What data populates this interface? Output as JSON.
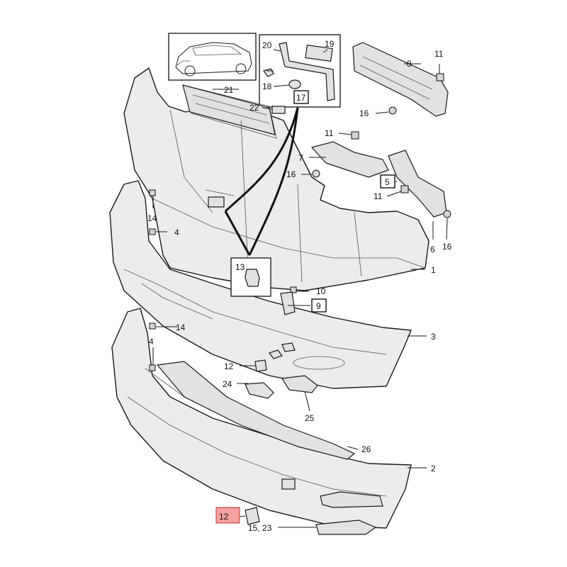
{
  "callouts": {
    "c1": "1",
    "c2": "2",
    "c3": "3",
    "c4a": "4",
    "c4b": "4",
    "c5": "5",
    "c6": "6",
    "c7": "7",
    "c8": "8",
    "c9": "9",
    "c10": "10",
    "c11a": "11",
    "c11b": "11",
    "c11c": "11",
    "c12a": "12",
    "c12b": "12",
    "c13": "13",
    "c14a": "14",
    "c14b": "14",
    "c15_23": "15, 23",
    "c16a": "16",
    "c16b": "16",
    "c16c": "16",
    "c17": "17",
    "c18": "18",
    "c19": "19",
    "c20": "20",
    "c21": "21",
    "c22": "22",
    "c24": "24",
    "c25": "25",
    "c26": "26"
  },
  "colors": {
    "highlight": "#f3a0a0",
    "highlight_border": "#c0392b"
  }
}
